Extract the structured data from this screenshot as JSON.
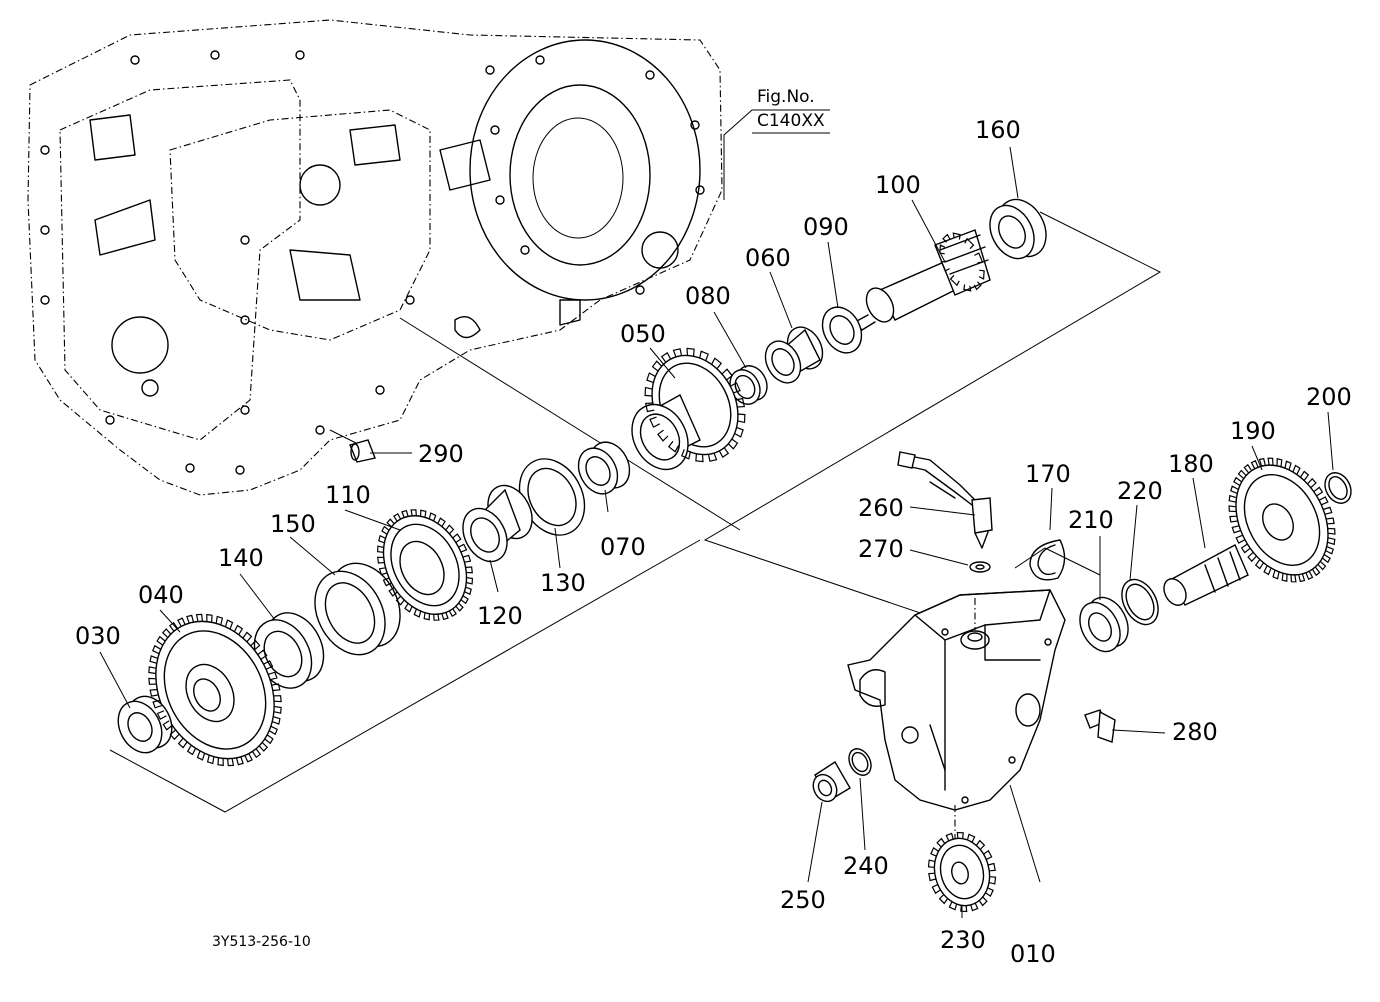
{
  "figure_reference": {
    "line1": "Fig.No.",
    "line2": "C140XX"
  },
  "drawing_code": "3Y513-256-10",
  "parts": [
    {
      "id": "p010",
      "label": "010"
    },
    {
      "id": "p030",
      "label": "030"
    },
    {
      "id": "p040",
      "label": "040"
    },
    {
      "id": "p050",
      "label": "050"
    },
    {
      "id": "p060",
      "label": "060"
    },
    {
      "id": "p070",
      "label": "070"
    },
    {
      "id": "p080",
      "label": "080"
    },
    {
      "id": "p090",
      "label": "090"
    },
    {
      "id": "p100",
      "label": "100"
    },
    {
      "id": "p110",
      "label": "110"
    },
    {
      "id": "p120",
      "label": "120"
    },
    {
      "id": "p130",
      "label": "130"
    },
    {
      "id": "p140",
      "label": "140"
    },
    {
      "id": "p150",
      "label": "150"
    },
    {
      "id": "p160",
      "label": "160"
    },
    {
      "id": "p170",
      "label": "170"
    },
    {
      "id": "p180",
      "label": "180"
    },
    {
      "id": "p190",
      "label": "190"
    },
    {
      "id": "p200",
      "label": "200"
    },
    {
      "id": "p210",
      "label": "210"
    },
    {
      "id": "p220",
      "label": "220"
    },
    {
      "id": "p230",
      "label": "230"
    },
    {
      "id": "p240",
      "label": "240"
    },
    {
      "id": "p250",
      "label": "250"
    },
    {
      "id": "p260",
      "label": "260"
    },
    {
      "id": "p270",
      "label": "270"
    },
    {
      "id": "p280",
      "label": "280"
    },
    {
      "id": "p290",
      "label": "290"
    }
  ]
}
